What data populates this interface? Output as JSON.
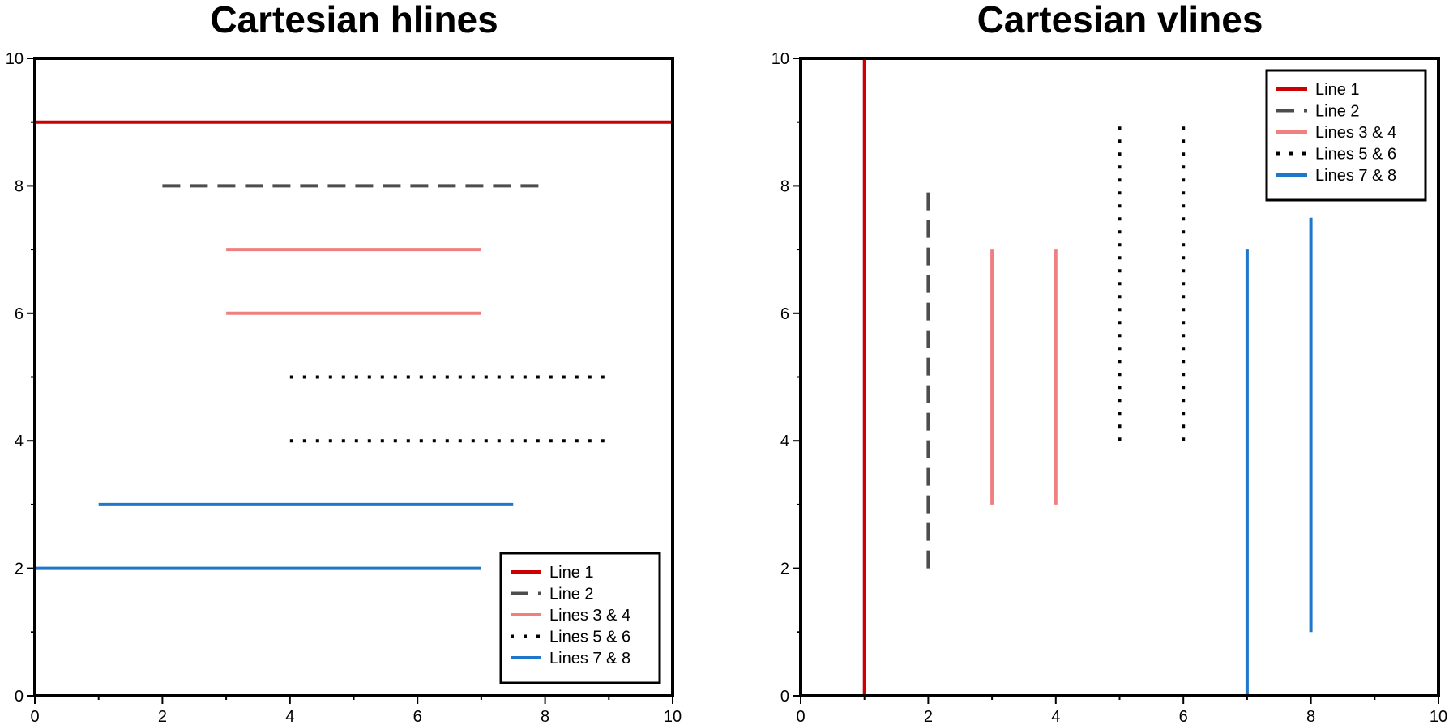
{
  "chart_data": [
    {
      "type": "line",
      "orientation": "horizontal",
      "title": "Cartesian hlines",
      "xlabel": "",
      "ylabel": "",
      "xlim": [
        0,
        10
      ],
      "ylim": [
        0,
        10
      ],
      "xticks": [
        "0",
        "2",
        "4",
        "6",
        "8",
        "10"
      ],
      "yticks": [
        "0",
        "2",
        "4",
        "6",
        "8",
        "10"
      ],
      "grid": false,
      "legend_position": "bottom-right",
      "legend": [
        {
          "label": "Line 1",
          "color": "#cc0000",
          "style": "solid"
        },
        {
          "label": "Line 2",
          "color": "#4d4d4d",
          "style": "dashed"
        },
        {
          "label": "Lines 3 & 4",
          "color": "#f08080",
          "style": "solid"
        },
        {
          "label": "Lines 5 & 6",
          "color": "#000000",
          "style": "dotted"
        },
        {
          "label": "Lines 7 & 8",
          "color": "#1f77cc",
          "style": "solid"
        }
      ],
      "series": [
        {
          "name": "Line 1",
          "color": "#cc0000",
          "style": "solid",
          "lines": [
            {
              "y": 9,
              "x0": 0,
              "x1": 10
            }
          ]
        },
        {
          "name": "Line 2",
          "color": "#4d4d4d",
          "style": "dashed",
          "lines": [
            {
              "y": 8,
              "x0": 2,
              "x1": 8
            }
          ]
        },
        {
          "name": "Lines 3 & 4",
          "color": "#f08080",
          "style": "solid",
          "lines": [
            {
              "y": 7,
              "x0": 3,
              "x1": 7
            },
            {
              "y": 6,
              "x0": 3,
              "x1": 7
            }
          ]
        },
        {
          "name": "Lines 5 & 6",
          "color": "#000000",
          "style": "dotted",
          "lines": [
            {
              "y": 5,
              "x0": 4,
              "x1": 9
            },
            {
              "y": 4,
              "x0": 4,
              "x1": 9
            }
          ]
        },
        {
          "name": "Lines 7 & 8",
          "color": "#1f77cc",
          "style": "solid",
          "lines": [
            {
              "y": 3,
              "x0": 1,
              "x1": 7.5
            },
            {
              "y": 2,
              "x0": 0,
              "x1": 7
            }
          ]
        }
      ]
    },
    {
      "type": "line",
      "orientation": "vertical",
      "title": "Cartesian vlines",
      "xlabel": "",
      "ylabel": "",
      "xlim": [
        0,
        10
      ],
      "ylim": [
        0,
        10
      ],
      "xticks": [
        "0",
        "2",
        "4",
        "6",
        "8",
        "10"
      ],
      "yticks": [
        "0",
        "2",
        "4",
        "6",
        "8",
        "10"
      ],
      "grid": false,
      "legend_position": "top-right",
      "legend": [
        {
          "label": "Line 1",
          "color": "#cc0000",
          "style": "solid"
        },
        {
          "label": "Line 2",
          "color": "#4d4d4d",
          "style": "dashed"
        },
        {
          "label": "Lines 3 & 4",
          "color": "#f08080",
          "style": "solid"
        },
        {
          "label": "Lines 5 & 6",
          "color": "#000000",
          "style": "dotted"
        },
        {
          "label": "Lines 7 & 8",
          "color": "#1f77cc",
          "style": "solid"
        }
      ],
      "series": [
        {
          "name": "Line 1",
          "color": "#cc0000",
          "style": "solid",
          "lines": [
            {
              "x": 1,
              "y0": 0,
              "y1": 10
            }
          ]
        },
        {
          "name": "Line 2",
          "color": "#4d4d4d",
          "style": "dashed",
          "lines": [
            {
              "x": 2,
              "y0": 2,
              "y1": 8
            }
          ]
        },
        {
          "name": "Lines 3 & 4",
          "color": "#f08080",
          "style": "solid",
          "lines": [
            {
              "x": 3,
              "y0": 3,
              "y1": 7
            },
            {
              "x": 4,
              "y0": 3,
              "y1": 7
            }
          ]
        },
        {
          "name": "Lines 5 & 6",
          "color": "#000000",
          "style": "dotted",
          "lines": [
            {
              "x": 5,
              "y0": 4,
              "y1": 9
            },
            {
              "x": 6,
              "y0": 4,
              "y1": 9
            }
          ]
        },
        {
          "name": "Lines 7 & 8",
          "color": "#1f77cc",
          "style": "solid",
          "lines": [
            {
              "x": 7,
              "y0": 0,
              "y1": 7
            },
            {
              "x": 8,
              "y0": 1,
              "y1": 7.5
            }
          ]
        }
      ]
    }
  ]
}
